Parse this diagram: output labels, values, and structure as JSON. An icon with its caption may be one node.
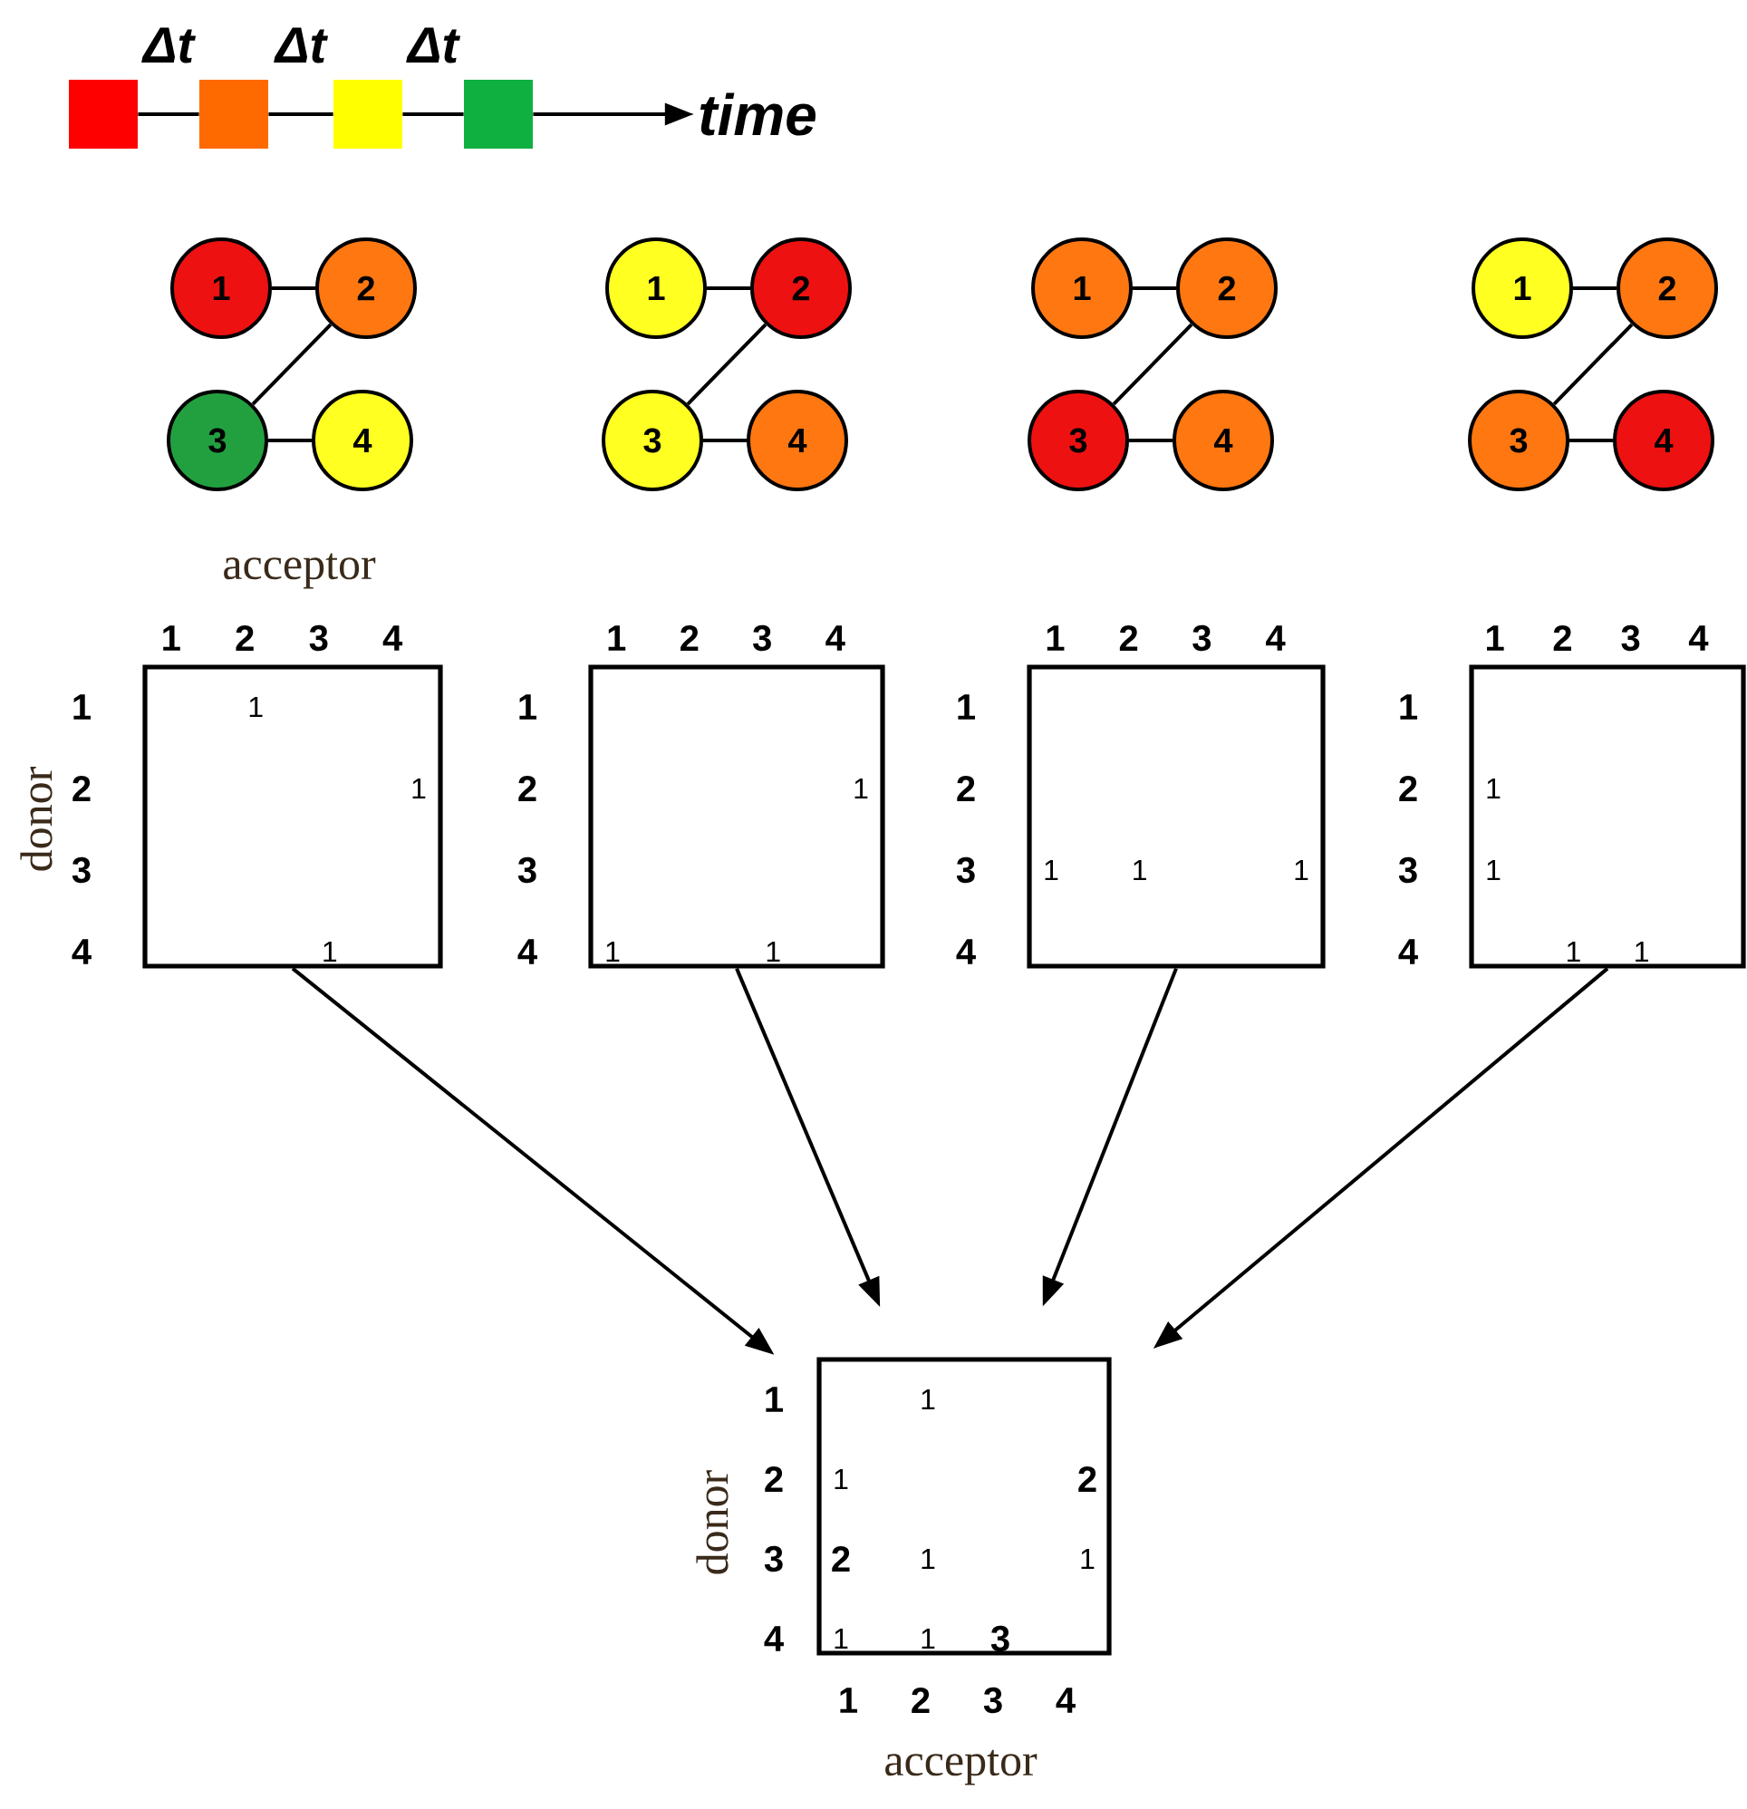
{
  "diagram": {
    "nodes": [
      {
        "text": [],
        "shape": "box"
      },
      {
        "text": [],
        "shape": "box"
      },
      {
        "text": [],
        "shape": "box"
      },
      {
        "text": [],
        "shape": "box"
      },
      {
        "text": [
          "time"
        ]
      },
      {
        "text": [
          "1"
        ]
      },
      {
        "text": [
          "2"
        ]
      },
      {
        "text": [
          "3"
        ]
      },
      {
        "text": [
          "4"
        ]
      },
      {
        "text": [
          "1"
        ]
      },
      {
        "text": [
          "2"
        ]
      },
      {
        "text": [
          "3"
        ]
      },
      {
        "text": [
          "4"
        ]
      },
      {
        "text": [
          "1"
        ]
      },
      {
        "text": [
          "2"
        ]
      },
      {
        "text": [
          "3"
        ]
      },
      {
        "text": [
          "4"
        ]
      },
      {
        "text": [
          "1"
        ]
      },
      {
        "text": [
          "2"
        ]
      },
      {
        "text": [
          "3"
        ]
      },
      {
        "text": [
          "4"
        ]
      },
      {
        "text": [
          "1",
          "1",
          "1"
        ]
      },
      {
        "text": [
          "1",
          "1",
          "1"
        ]
      },
      {
        "text": [
          "1",
          "1",
          "1"
        ]
      },
      {
        "text": [
          "1",
          "1",
          "1",
          "1"
        ]
      },
      {
        "text": [
          "1",
          "1",
          "2",
          "2",
          "1",
          "1",
          "1",
          "1",
          "3"
        ]
      }
    ],
    "edges": [
      {
        "from": 0,
        "to": 1,
        "arrow": "none",
        "label": "Δt"
      },
      {
        "from": 1,
        "to": 2,
        "arrow": "none",
        "label": "Δt"
      },
      {
        "from": 2,
        "to": 3,
        "arrow": "none",
        "label": "Δt"
      },
      {
        "from": 3,
        "to": 4,
        "arrow": "to"
      },
      {
        "from": 5,
        "to": 6,
        "arrow": "none"
      },
      {
        "from": 6,
        "to": 7,
        "arrow": "none"
      },
      {
        "from": 7,
        "to": 8,
        "arrow": "none"
      },
      {
        "from": 9,
        "to": 10,
        "arrow": "none"
      },
      {
        "from": 10,
        "to": 11,
        "arrow": "none"
      },
      {
        "from": 11,
        "to": 12,
        "arrow": "none"
      },
      {
        "from": 13,
        "to": 14,
        "arrow": "none"
      },
      {
        "from": 14,
        "to": 15,
        "arrow": "none"
      },
      {
        "from": 15,
        "to": 16,
        "arrow": "none"
      },
      {
        "from": 17,
        "to": 18,
        "arrow": "none"
      },
      {
        "from": 18,
        "to": 19,
        "arrow": "none"
      },
      {
        "from": 19,
        "to": 20,
        "arrow": "none"
      },
      {
        "from": 21,
        "to": 25,
        "arrow": "to"
      },
      {
        "from": 22,
        "to": 25,
        "arrow": "to"
      },
      {
        "from": 23,
        "to": 25,
        "arrow": "to"
      },
      {
        "from": 24,
        "to": 25,
        "arrow": "to"
      }
    ],
    "labels": [
      "acceptor",
      "1",
      "2",
      "3",
      "4",
      "1",
      "2",
      "3",
      "4",
      "1",
      "2",
      "3",
      "4",
      "1",
      "2",
      "3",
      "4",
      "donor",
      "1",
      "2",
      "3",
      "4",
      "1",
      "2",
      "3",
      "4",
      "1",
      "2",
      "3",
      "4",
      "1",
      "2",
      "3",
      "4",
      "donor",
      "1",
      "2",
      "3",
      "4",
      "1",
      "2",
      "3",
      "4",
      "acceptor"
    ]
  }
}
